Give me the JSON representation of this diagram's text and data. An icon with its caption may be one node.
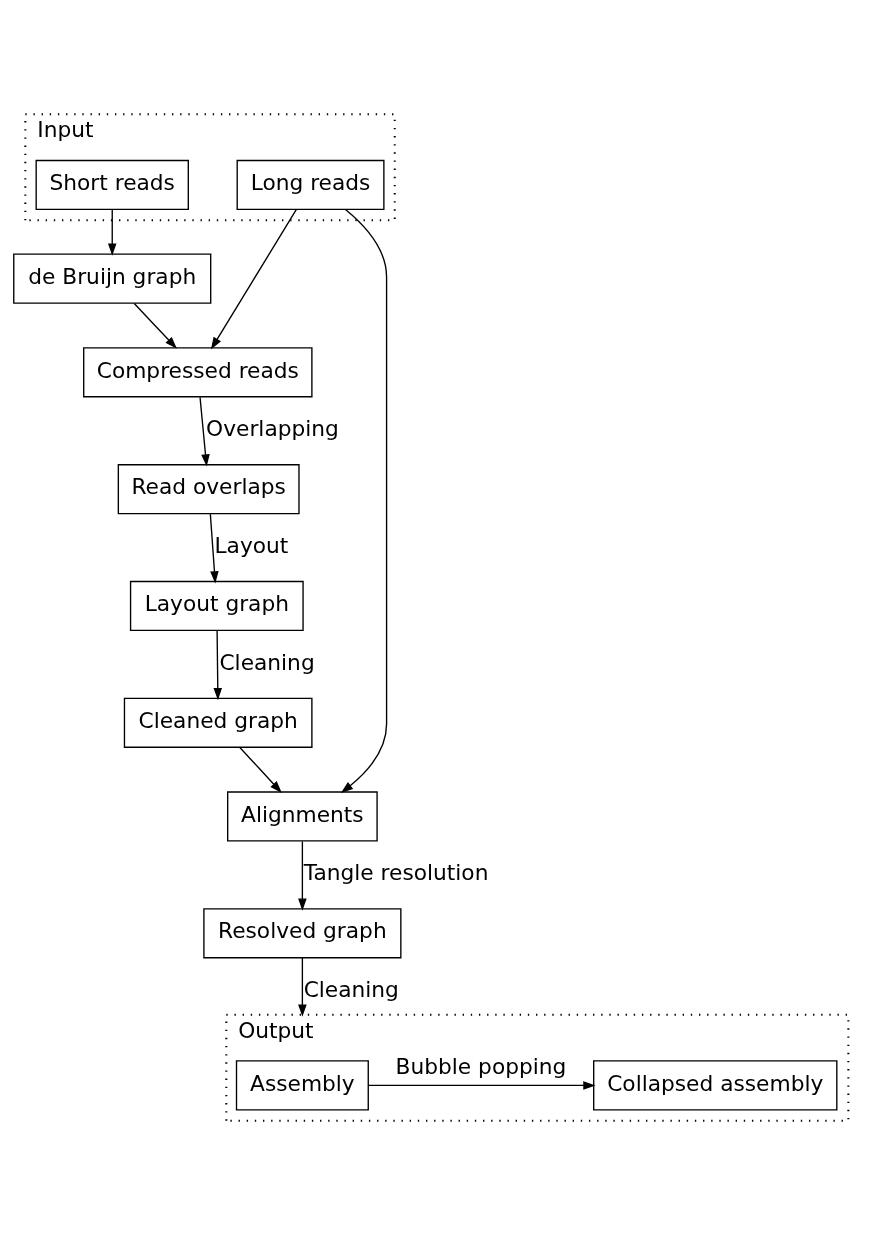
{
  "diagram": {
    "nodes": [
      {
        "text": [
          "Input"
        ]
      },
      {
        "text": [
          "Short reads"
        ],
        "in": 0
      },
      {
        "text": [
          "Long reads"
        ],
        "in": 0
      },
      {
        "text": [
          "de Bruijn graph"
        ]
      },
      {
        "text": [
          "Compressed reads"
        ]
      },
      {
        "text": [
          "Read overlaps"
        ]
      },
      {
        "text": [
          "Layout graph"
        ]
      },
      {
        "text": [
          "Cleaned graph"
        ]
      },
      {
        "text": [
          "Alignments"
        ]
      },
      {
        "text": [
          "Resolved graph"
        ]
      },
      {
        "text": [
          "Output"
        ]
      },
      {
        "text": [
          "Assembly"
        ],
        "in": 10
      },
      {
        "text": [
          "Collapsed assembly"
        ],
        "in": 10
      }
    ],
    "edges": [
      {
        "from": 1,
        "to": 3,
        "arrow": "to"
      },
      {
        "from": 2,
        "to": 4,
        "arrow": "to"
      },
      {
        "from": 3,
        "to": 4,
        "arrow": "to"
      },
      {
        "from": 4,
        "to": 5,
        "arrow": "to",
        "label": "Overlapping"
      },
      {
        "from": 5,
        "to": 6,
        "arrow": "to",
        "label": "Layout"
      },
      {
        "from": 6,
        "to": 7,
        "arrow": "to",
        "label": "Cleaning"
      },
      {
        "from": 7,
        "to": 8,
        "arrow": "to"
      },
      {
        "from": 2,
        "to": 8,
        "arrow": "to"
      },
      {
        "from": 8,
        "to": 9,
        "arrow": "to",
        "label": "Tangle resolution"
      },
      {
        "from": 9,
        "to": 10,
        "arrow": "to",
        "label": "Cleaning"
      },
      {
        "from": 11,
        "to": 12,
        "arrow": "to",
        "label": "Bubble popping"
      }
    ]
  }
}
